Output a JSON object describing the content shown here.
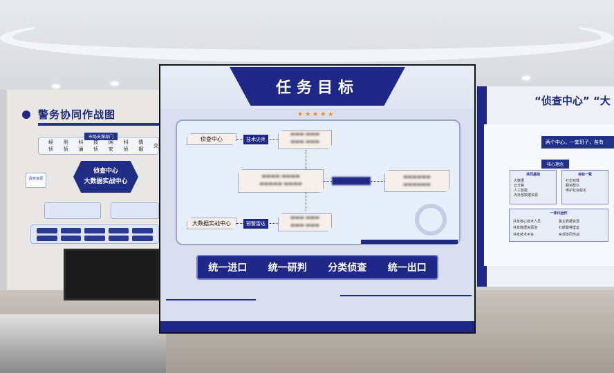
{
  "left_wall": {
    "title": "警务协同作战图",
    "dept_header": "市局支撑部门",
    "depts": [
      "经侦",
      "刑侦",
      "科通",
      "技侦",
      "网安",
      "科侦",
      "情报",
      "交"
    ],
    "side_label": "政务资源",
    "center": {
      "line1": "侦查中心",
      "line2": "大数据实战中心"
    }
  },
  "screen": {
    "title": "任务目标",
    "nodes": {
      "investigation_center": "侦查中心",
      "tech_tag": "技术尖兵",
      "big_data_center": "大数据实战中心",
      "warning_tag": "预警雷达"
    },
    "bottom_items": [
      "统一进口",
      "统一研判",
      "分类侦查",
      "统一出口"
    ]
  },
  "right_wall": {
    "title": "“侦查中心” “大",
    "banner": "两个中心，一套班子，各有",
    "core_label": "核心理念",
    "boxes": [
      {
        "title": "共同基础",
        "items": [
          "大数据",
          "云计算",
          "人工智能",
          "内外部数据资源"
        ]
      },
      {
        "title": "目标一致",
        "items": [
          "打击犯罪",
          "服务群众",
          "维护社会稳定"
        ]
      },
      {
        "title": "一体化运作",
        "items": [
          "共享核心技术人员",
          "共享数据资源池",
          "共享技术平台",
          "警企数据资源",
          "打破警种壁垒",
          "实现协同作战"
        ]
      }
    ]
  }
}
